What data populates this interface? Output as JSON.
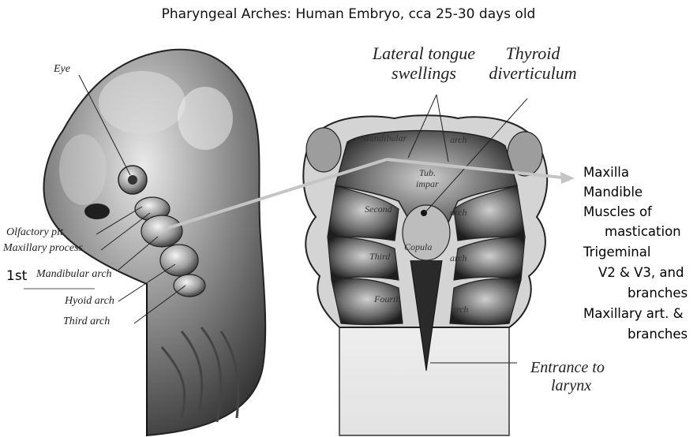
{
  "title": "Pharyngeal Arches:  Human Embryo, cca  25-30 days old",
  "embryo_labels": {
    "eye": "Eye",
    "olfactory_pit": "Olfactory pit",
    "maxillary_process": "Maxillary process",
    "mandibular_arch": "Mandibular arch",
    "hyoid_arch": "Hyoid arch",
    "third_arch": "Third arch",
    "first_marker": "1st"
  },
  "floor_labels": {
    "lateral_tongue_1": "Lateral tongue",
    "lateral_tongue_2": "swellings",
    "thyroid_1": "Thyroid",
    "thyroid_2": "diverticulum",
    "entrance_1": "Entrance to",
    "entrance_2": "larynx",
    "mandibular": "Mandibular",
    "arch_1": "arch",
    "tub": "Tub.",
    "impar": "impar",
    "second": "Second",
    "arch_2": "arch",
    "third": "Third",
    "copula": "Copula",
    "arch_3": "arch",
    "fourth": "Fourth",
    "arch_4": "arch"
  },
  "derivatives": [
    "Maxilla",
    "Mandible",
    "Muscles of",
    "mastication",
    "Trigeminal",
    "V2 & V3, and",
    "branches",
    "Maxillary art. &",
    "branches"
  ],
  "colors": {
    "arrow": "#c5c5c5"
  }
}
